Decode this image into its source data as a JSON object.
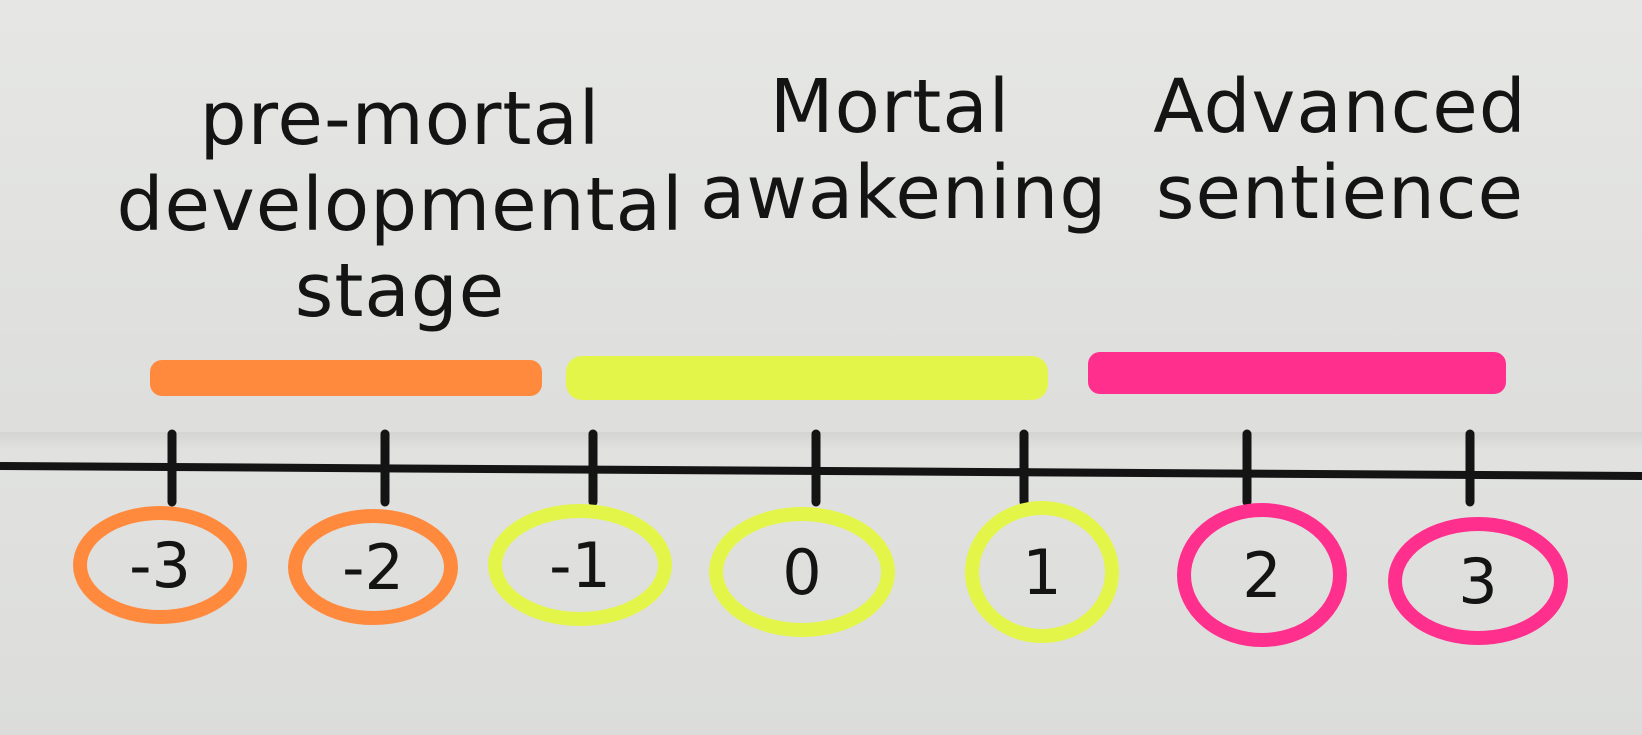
{
  "labels": {
    "premortal": [
      "pre-mortal",
      "developmental",
      "stage"
    ],
    "mortal": [
      "Mortal",
      "awakening"
    ],
    "advanced": [
      "Advanced",
      "sentience"
    ]
  },
  "ticks": [
    "-3",
    "-2",
    "-1",
    "0",
    "1",
    "2",
    "3"
  ],
  "colors": {
    "premortal": "#ff8a3d",
    "mortal": "#e4f54a",
    "advanced": "#ff2f8e",
    "ink": "#141414",
    "paper": "#e2e3e1"
  },
  "groups": [
    {
      "name": "premortal",
      "ticks": [
        "-3",
        "-2"
      ]
    },
    {
      "name": "mortal",
      "ticks": [
        "-1",
        "0",
        "1"
      ]
    },
    {
      "name": "advanced",
      "ticks": [
        "2",
        "3"
      ]
    }
  ]
}
